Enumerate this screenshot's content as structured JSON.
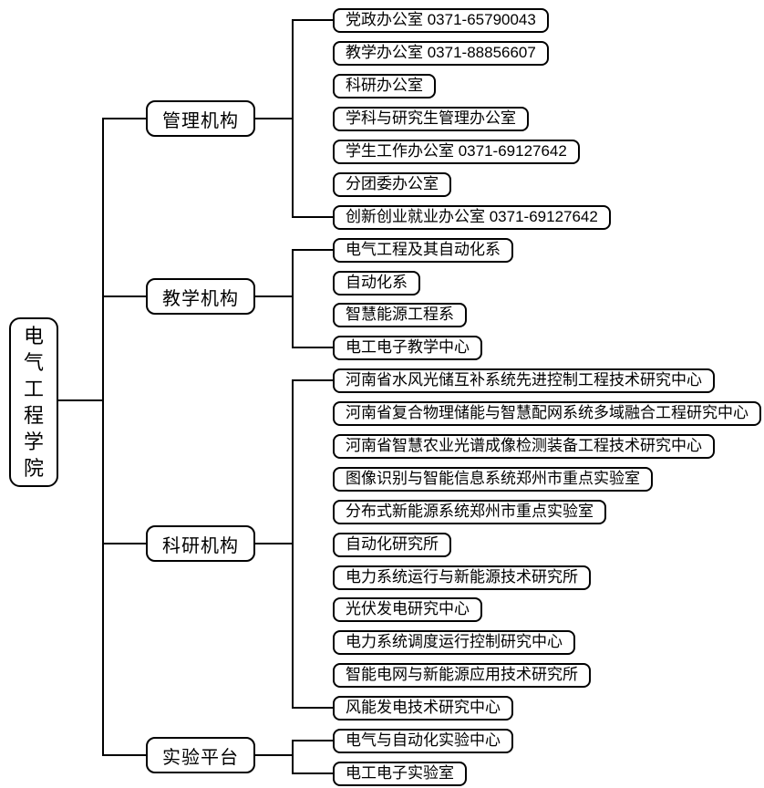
{
  "page": {
    "background_color": "#ffffff",
    "line_color": "#000000"
  },
  "root": {
    "label": "电气工程学院"
  },
  "groups": [
    {
      "label": "管理机构",
      "children": [
        "党政办公室 0371-65790043",
        "教学办公室 0371-88856607",
        "科研办公室",
        "学科与研究生管理办公室",
        "学生工作办公室 0371-69127642",
        "分团委办公室",
        "创新创业就业办公室 0371-69127642"
      ]
    },
    {
      "label": "教学机构",
      "children": [
        "电气工程及其自动化系",
        "自动化系",
        "智慧能源工程系",
        "电工电子教学中心"
      ]
    },
    {
      "label": "科研机构",
      "children": [
        "河南省水风光储互补系统先进控制工程技术研究中心",
        "河南省复合物理储能与智慧配网系统多域融合工程研究中心",
        "河南省智慧农业光谱成像检测装备工程技术研究中心",
        "图像识别与智能信息系统郑州市重点实验室",
        "分布式新能源系统郑州市重点实验室",
        "自动化研究所",
        "电力系统运行与新能源技术研究所",
        "光伏发电研究中心",
        "电力系统调度运行控制研究中心",
        "智能电网与新能源应用技术研究所",
        "风能发电技术研究中心"
      ]
    },
    {
      "label": "实验平台",
      "children": [
        "电气与自动化实验中心",
        "电工电子实验室"
      ]
    }
  ]
}
